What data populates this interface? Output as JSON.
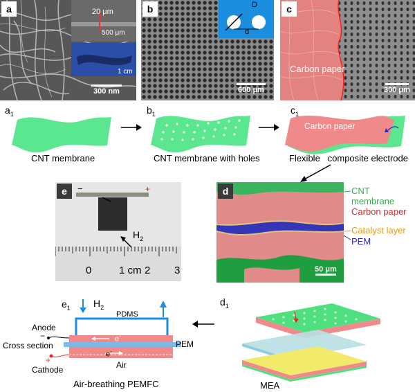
{
  "panels": {
    "a": {
      "tag": "a",
      "scale1": "20 μm",
      "scale2": "500 μm",
      "scale3": "1 cm",
      "scale_main": "300 nm"
    },
    "b": {
      "tag": "b",
      "inset_D": "D",
      "inset_d": "d",
      "scale": "600 μm"
    },
    "c": {
      "tag": "c",
      "label": "Carbon paper",
      "scale": "300 μm"
    },
    "d": {
      "tag": "d",
      "scale": "50 μm",
      "legend": [
        "CNT membrane",
        "Carbon paper",
        "Catalyst layer",
        "PEM"
      ],
      "legend_colors": [
        "#2bb34a",
        "#d42b2b",
        "#e89a17",
        "#2a2ab4"
      ]
    },
    "e": {
      "tag": "e",
      "minus": "−",
      "plus": "+",
      "h2": "H",
      "h2_sub": "2",
      "ruler_nums": [
        "0",
        "1 cm",
        "2",
        "3"
      ]
    }
  },
  "sub_panels": {
    "a1": {
      "letter": "a",
      "sub": "1",
      "caption": "CNT membrane"
    },
    "b1": {
      "letter": "b",
      "sub": "1",
      "caption": "CNT membrane with holes"
    },
    "c1": {
      "letter": "c",
      "sub": "1",
      "label": "Carbon paper",
      "caption": "Flexible   composite electrode"
    },
    "d1": {
      "letter": "d",
      "sub": "1",
      "caption": "MEA"
    },
    "e1": {
      "letter": "e",
      "sub": "1",
      "h2": "H",
      "h2_sub": "2",
      "pdms": "PDMS",
      "anode": "Anode",
      "anode_sign": "−",
      "cross_section": "Cross section",
      "pem": "PEM",
      "electron1": "e",
      "electron2": "e",
      "electron_sup": "-",
      "cathode": "Cathode",
      "cathode_sign": "+",
      "air": "Air",
      "caption": "Air-breathing PEMFC"
    }
  },
  "colors": {
    "green": "#4ee07e",
    "red": "#f08a8a",
    "blue": "#2b8fd4",
    "yellow": "#f2ea6a"
  }
}
